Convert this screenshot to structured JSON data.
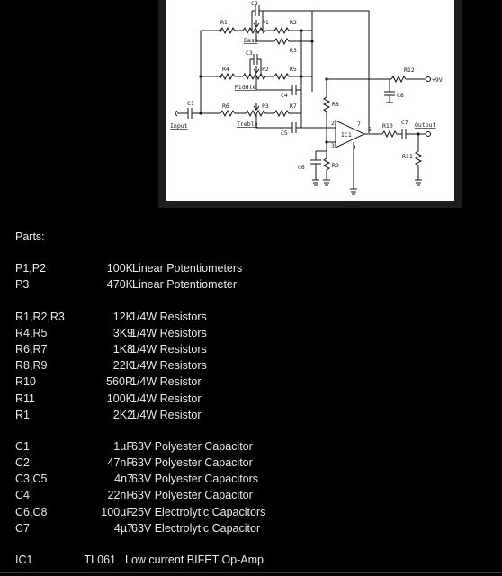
{
  "schematic": {
    "labels": {
      "c2": "C2",
      "p1": "P1",
      "r1": "R1",
      "r2": "R2",
      "r3": "R3",
      "bass": "Bass",
      "c3": "C3",
      "p2": "P2",
      "r4": "R4",
      "r5": "R5",
      "middle": "Middle",
      "c4": "C4",
      "c1": "C1",
      "input": "Input",
      "r6": "R6",
      "p3": "P3",
      "r7": "R7",
      "treble": "Treble",
      "c5": "C5",
      "r8": "R8",
      "r9": "R9",
      "c6": "C6",
      "ic1": "IC1",
      "pin2": "2",
      "pin3": "3",
      "pin7": "7",
      "pin6": "6",
      "pin4": "4",
      "r12": "R12",
      "supply": "+9V",
      "c8": "C8",
      "r10": "R10",
      "c7": "C7",
      "output": "Output",
      "r11": "R11"
    }
  },
  "parts": {
    "heading": "Parts:",
    "pots": [
      {
        "ref": "P1,P2",
        "value": "100K",
        "desc": "Linear Potentiometers"
      },
      {
        "ref": "P3",
        "value": "470K",
        "desc": "Linear Potentiometer"
      }
    ],
    "resistors": [
      {
        "ref": "R1,R2,R3",
        "value": "12K",
        "desc": "1/4W Resistors"
      },
      {
        "ref": "R4,R5",
        "value": "3K9",
        "desc": "1/4W Resistors"
      },
      {
        "ref": "R6,R7",
        "value": "1K8",
        "desc": "1/4W Resistors"
      },
      {
        "ref": "R8,R9",
        "value": "22K",
        "desc": "1/4W Resistors"
      },
      {
        "ref": "R10",
        "value": "560R",
        "desc": "1/4W Resistor"
      },
      {
        "ref": "R11",
        "value": "100K",
        "desc": "1/4W Resistor"
      },
      {
        "ref": "R1",
        "value": "2K2",
        "desc": "1/4W Resistor"
      }
    ],
    "capacitors": [
      {
        "ref": "C1",
        "value": "1µF",
        "desc": "63V Polyester Capacitor"
      },
      {
        "ref": "C2",
        "value": "47nF",
        "desc": "63V Polyester Capacitor"
      },
      {
        "ref": "C3,C5",
        "value": "4n7",
        "desc": "63V Polyester Capacitors"
      },
      {
        "ref": "C4",
        "value": "22nF",
        "desc": "63V Polyester Capacitor"
      },
      {
        "ref": "C6,C8",
        "value": "100µF",
        "desc": "25V Electrolytic Capacitors"
      },
      {
        "ref": "C7",
        "value": "4µ7",
        "desc": "63V Electrolytic Capacitor"
      }
    ],
    "ics": [
      {
        "ref": "IC1",
        "value": "TL061",
        "desc": "Low current BIFET Op-Amp"
      }
    ]
  }
}
